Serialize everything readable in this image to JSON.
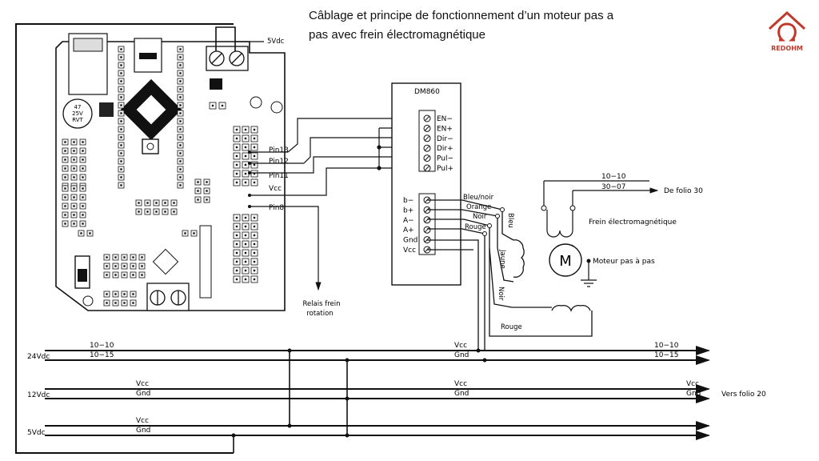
{
  "title": {
    "line1": "Câblage et principe de fonctionnement d’un moteur pas a",
    "line2": "pas avec frein électromagnétique"
  },
  "logo": {
    "text": "REDOHM",
    "symbol": "Ω",
    "color": "#c0392b"
  },
  "board": {
    "supply_label": "5Vdc",
    "capacitor": [
      "47",
      "25V",
      "RVT"
    ],
    "pins": [
      "Pin13",
      "Pin12",
      "Pin11",
      "Vcc",
      "Pin8"
    ]
  },
  "driver": {
    "name": "DM860",
    "control_terminals": [
      "EN−",
      "EN+",
      "Dir−",
      "Dir+",
      "Pul−",
      "Pul+"
    ],
    "motor_terminals": [
      "b−",
      "b+",
      "A−",
      "A+",
      "Gnd",
      "Vcc"
    ]
  },
  "wires": {
    "bleu_noir": "Bleu/noir",
    "orange": "Orange",
    "noir_h": "Noir",
    "rouge_h": "Rouge",
    "bleu_v": "Bleu",
    "jaune_v": "Jaune",
    "noir_v": "Noir",
    "rouge_bottom": "Rouge"
  },
  "relay": {
    "line1": "Relais frein",
    "line2": "rotation"
  },
  "brake": {
    "wire1": "10−10",
    "wire2": "30−07",
    "from": "De folio 30",
    "label": "Frein électromagnétique"
  },
  "motor": {
    "symbol": "M",
    "label": "Moteur pas à pas"
  },
  "buses": {
    "bus24": {
      "label": "24Vdc",
      "wire1": "10−10",
      "wire2": "10−15",
      "mid1": "Vcc",
      "mid2": "Gnd",
      "end1": "10−10",
      "end2": "10−15"
    },
    "bus12": {
      "label": "12Vdc",
      "left1": "Vcc",
      "left2": "Gnd",
      "mid1": "Vcc",
      "mid2": "Gnd",
      "end1": "Vcc",
      "end2": "Gnd",
      "to": "Vers folio 20"
    },
    "bus5": {
      "label": "5Vdc",
      "left1": "Vcc",
      "left2": "Gnd"
    }
  },
  "colors": {
    "line": "#111111",
    "logo": "#c0392b"
  }
}
